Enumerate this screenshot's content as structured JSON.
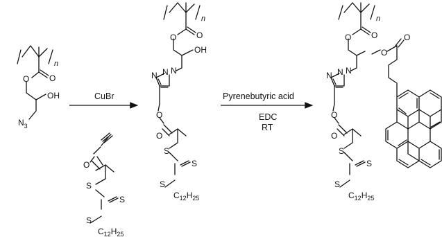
{
  "labels": {
    "n": "n",
    "O": "O",
    "OH": "OH",
    "N": "N",
    "N3": "N",
    "N3_sub": "3",
    "S": "S",
    "C12": "C",
    "C12_sub": "12",
    "H25": "H",
    "H25_sub": "25"
  },
  "reactions": {
    "step1": {
      "reagent": "CuBr"
    },
    "step2": {
      "reagent_top": "Pyrenebutyric acid",
      "reagent_mid": "EDC",
      "reagent_bot": "RT"
    }
  }
}
